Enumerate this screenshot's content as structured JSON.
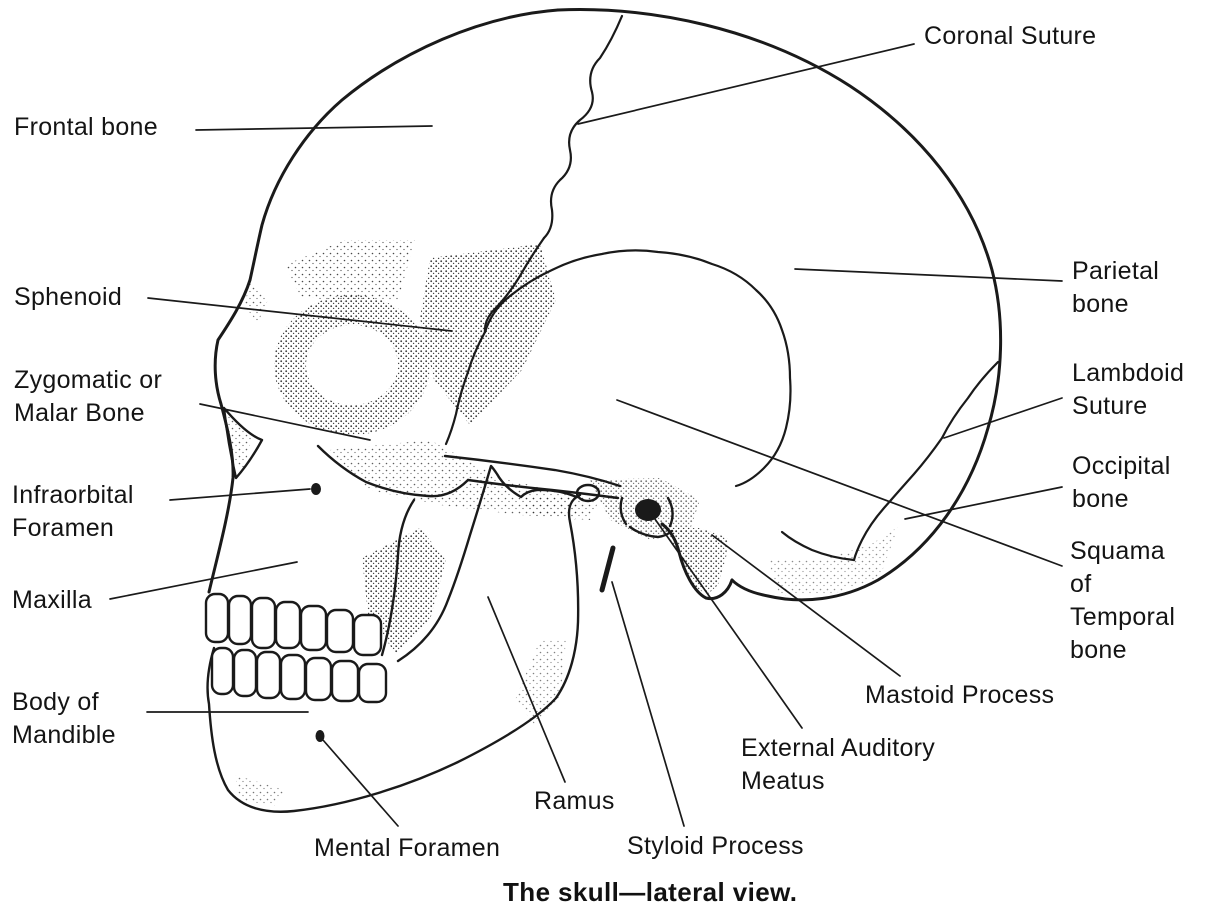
{
  "figure": {
    "caption": "The skull—lateral view."
  },
  "labels": {
    "coronal_suture": "Coronal Suture",
    "frontal_bone": "Frontal bone",
    "sphenoid": "Sphenoid",
    "zygomatic_malar": "Zygomatic or\nMalar Bone",
    "infraorbital_foramen": "Infraorbital\nForamen",
    "maxilla": "Maxilla",
    "body_of_mandible": "Body of\nMandible",
    "mental_foramen": "Mental Foramen",
    "ramus": "Ramus",
    "styloid_process": "Styloid Process",
    "external_auditory_meatus": "External Auditory\nMeatus",
    "mastoid_process": "Mastoid Process",
    "squama_of_temporal_bone": "Squama\nof\nTemporal\nbone",
    "occipital_bone": "Occipital\nbone",
    "lambdoid_suture": "Lambdoid\nSuture",
    "parietal_bone": "Parietal\nbone"
  }
}
